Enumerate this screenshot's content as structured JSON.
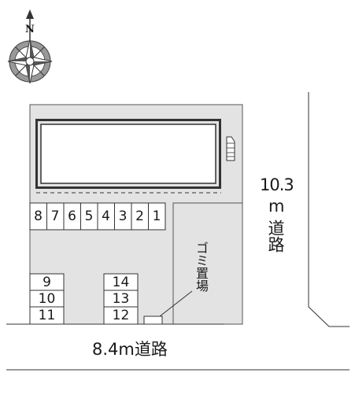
{
  "compass": {
    "north_label": "N",
    "icon": "compass-rose-icon"
  },
  "roads": {
    "south_road_label": "8.4m道路",
    "east_road_width": "10.3",
    "east_road_unit": "m",
    "east_road_word": "道路"
  },
  "parking": {
    "top_row": [
      "8",
      "7",
      "6",
      "5",
      "4",
      "3",
      "2",
      "1"
    ],
    "left_column": [
      "9",
      "10",
      "11"
    ],
    "middle_column": [
      "14",
      "13",
      "12"
    ]
  },
  "garbage": {
    "label": "ゴミ置場"
  },
  "colors": {
    "lot": "#e3e3e3",
    "line": "#333333",
    "building_border": "#333333"
  }
}
